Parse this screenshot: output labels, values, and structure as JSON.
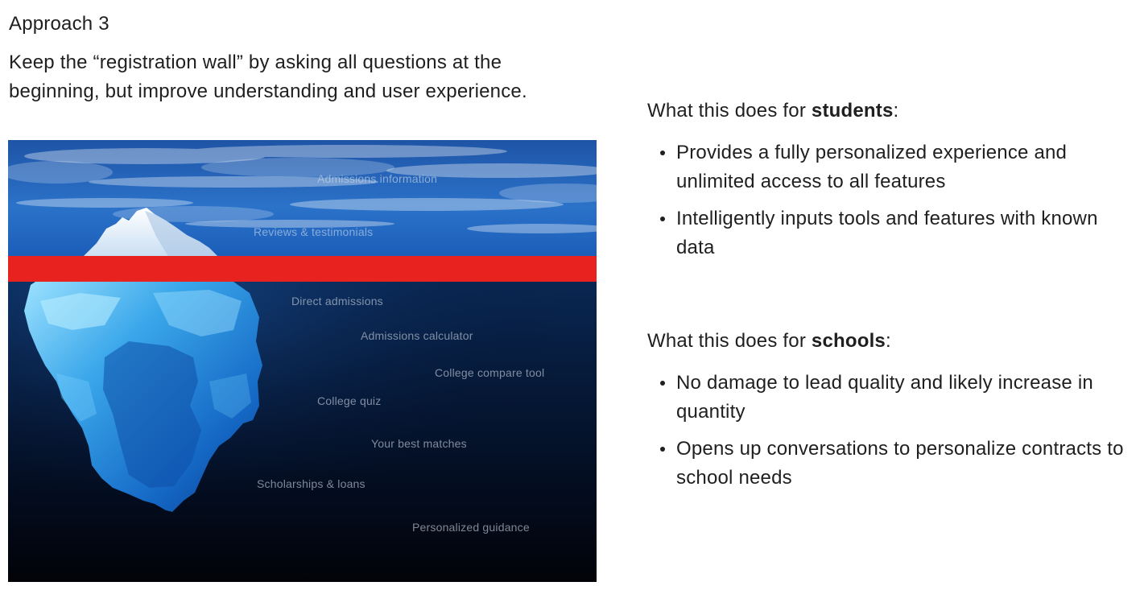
{
  "approach": {
    "title": "Approach 3",
    "description": "Keep the “registration wall” by asking all questions at the beginning, but improve understanding and user experience."
  },
  "iceberg": {
    "above_water": [
      "Admissions information",
      "Reviews & testimonials"
    ],
    "below_water": [
      "Direct admissions",
      "Admissions calculator",
      "College compare tool",
      "College quiz",
      "Your best matches",
      "Scholarships & loans",
      "Personalized guidance"
    ],
    "wall_color": "#e8231f"
  },
  "students": {
    "prefix": "What this does for ",
    "highlight": "students",
    "suffix": ":",
    "bullets": [
      "Provides a fully personalized experience and unlimited access to all features",
      "Intelligently inputs tools and features with known data"
    ]
  },
  "schools": {
    "prefix": "What this does for ",
    "highlight": "schools",
    "suffix": ":",
    "bullets": [
      "No damage to lead quality and likely increase in quantity",
      "Opens up conversations to personalize contracts to school needs"
    ]
  }
}
